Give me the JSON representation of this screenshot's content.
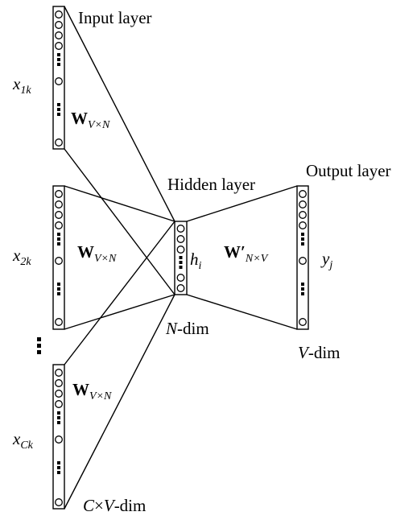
{
  "labels": {
    "input_layer": "Input layer",
    "hidden_layer": "Hidden layer",
    "output_layer": "Output layer",
    "n_dim": "-dim",
    "n_dim_var": "N",
    "v_dim": "-dim",
    "v_dim_var": "V",
    "cv_dim": "×",
    "cv_dim_c": "C",
    "cv_dim_v": "V",
    "cv_dim_suffix": "-dim",
    "x_base": "x",
    "x1_sub": "1k",
    "x2_sub": "2k",
    "xc_sub": "Ck",
    "h_base": "h",
    "h_sub": "i",
    "y_base": "y",
    "y_sub": "j",
    "w_base": "W",
    "w_sub": "V×N",
    "wprime_base": "W′",
    "wprime_sub": "N×V"
  }
}
